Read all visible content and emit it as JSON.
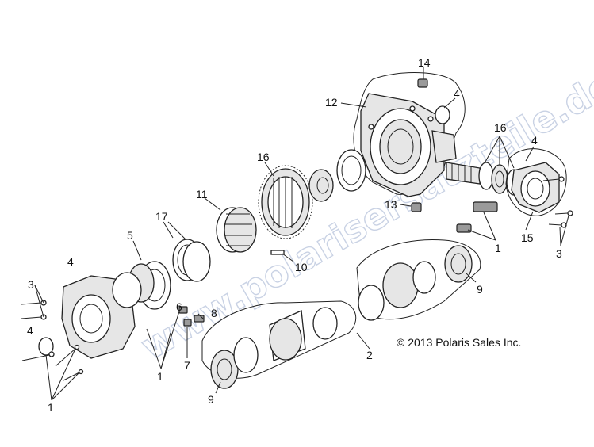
{
  "diagram": {
    "watermark": "www.polarisersatzteile.de",
    "copyright": "© 2013 Polaris Sales Inc.",
    "callouts": [
      {
        "id": "c14",
        "label": "14"
      },
      {
        "id": "c12",
        "label": "12"
      },
      {
        "id": "c4a",
        "label": "4"
      },
      {
        "id": "c16a",
        "label": "16"
      },
      {
        "id": "c4b",
        "label": "4"
      },
      {
        "id": "c16b",
        "label": "16"
      },
      {
        "id": "c13",
        "label": "13"
      },
      {
        "id": "c11",
        "label": "11"
      },
      {
        "id": "c17",
        "label": "17"
      },
      {
        "id": "c5",
        "label": "5"
      },
      {
        "id": "c15",
        "label": "15"
      },
      {
        "id": "c1a",
        "label": "1"
      },
      {
        "id": "c3a",
        "label": "3"
      },
      {
        "id": "c10",
        "label": "10"
      },
      {
        "id": "c4c",
        "label": "4"
      },
      {
        "id": "c9a",
        "label": "9"
      },
      {
        "id": "c3b",
        "label": "3"
      },
      {
        "id": "c6",
        "label": "6"
      },
      {
        "id": "c8",
        "label": "8"
      },
      {
        "id": "c4d",
        "label": "4"
      },
      {
        "id": "c7",
        "label": "7"
      },
      {
        "id": "c1b",
        "label": "1"
      },
      {
        "id": "c2",
        "label": "2"
      },
      {
        "id": "c9b",
        "label": "9"
      },
      {
        "id": "c1c",
        "label": "1"
      }
    ]
  }
}
